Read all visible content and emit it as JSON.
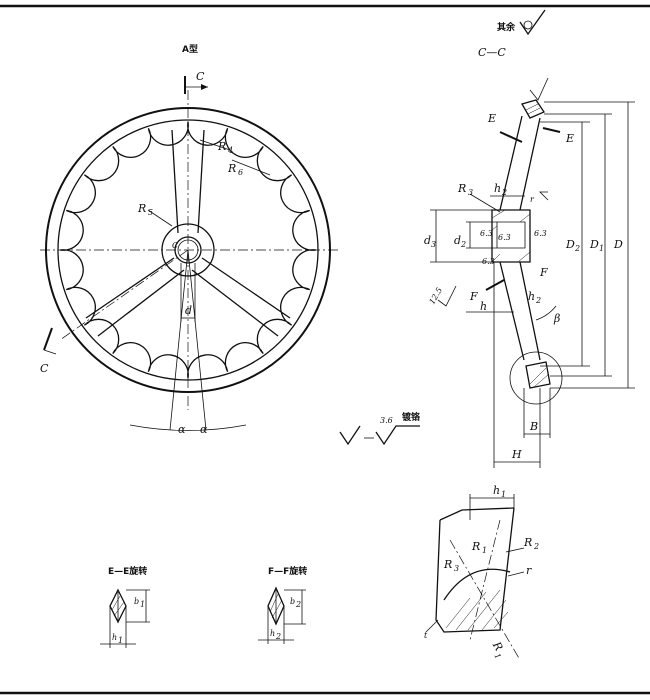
{
  "header": {
    "surface_note": "其余"
  },
  "views": {
    "front": {
      "title": "A型",
      "section_mark": "C",
      "labels": {
        "R4": "R",
        "R4_sub": "4",
        "R5": "R",
        "R5_sub": "5",
        "R6": "R",
        "R6_sub": "6",
        "C_center": "C",
        "d": "d",
        "alpha1": "α",
        "alpha2": "α"
      }
    },
    "section_cc": {
      "title": "C—C",
      "labels": {
        "E": "E",
        "E2": "E",
        "R3": "R",
        "R3_sub": "3",
        "h2": "h",
        "h2_sub": "2",
        "r": "r",
        "d3": "d",
        "d3_sub": "3",
        "d2": "d",
        "d2_sub": "2",
        "v63a": "6.3",
        "v63b": "6.3",
        "v63c": "6.3",
        "v63d": "6.3",
        "D2": "D",
        "D2_sub": "2",
        "D1": "D",
        "D1_sub": "1",
        "D": "D",
        "F": "F",
        "F2": "F",
        "v125": "12.5",
        "h": "h",
        "h2b": "h",
        "h2b_sub": "2",
        "beta": "β",
        "B": "B",
        "H": "H"
      }
    },
    "roughness_note": {
      "value": "3.6",
      "text": "镀铬"
    },
    "detail_rim": {
      "labels": {
        "h1": "h",
        "h1_sub": "1",
        "R3": "R",
        "R3_sub": "3",
        "R1": "R",
        "R1_sub": "1",
        "R2": "R",
        "R2_sub": "2",
        "r": "r",
        "R1b": "R",
        "R1b_sub": "1",
        "t": "t"
      }
    },
    "section_ee": {
      "title": "E—E旋转",
      "b1": "b",
      "b1_sub": "1",
      "h1": "h",
      "h1_sub": "1"
    },
    "section_ff": {
      "title": "F—F旋转",
      "b2": "b",
      "b2_sub": "2",
      "h2": "h",
      "h2_sub": "2"
    }
  }
}
